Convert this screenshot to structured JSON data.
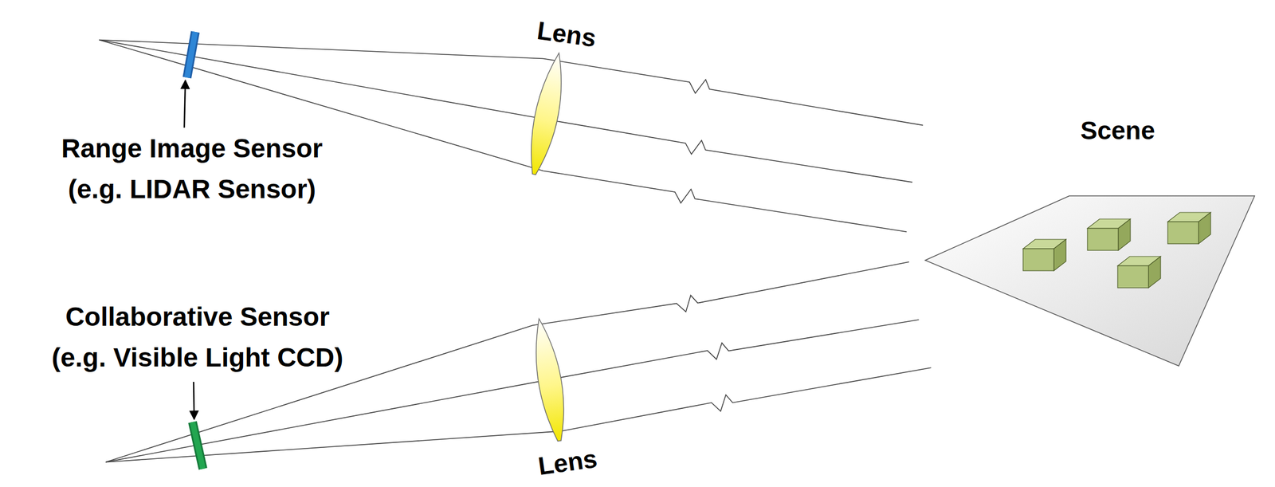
{
  "diagram": {
    "labels": [
      "Lens",
      "Range Image Sensor (e.g. LIDAR Sensor)",
      "Scene",
      "Collaborative Sensor (e.g. Visible Light CCD)",
      "Lens"
    ]
  }
}
